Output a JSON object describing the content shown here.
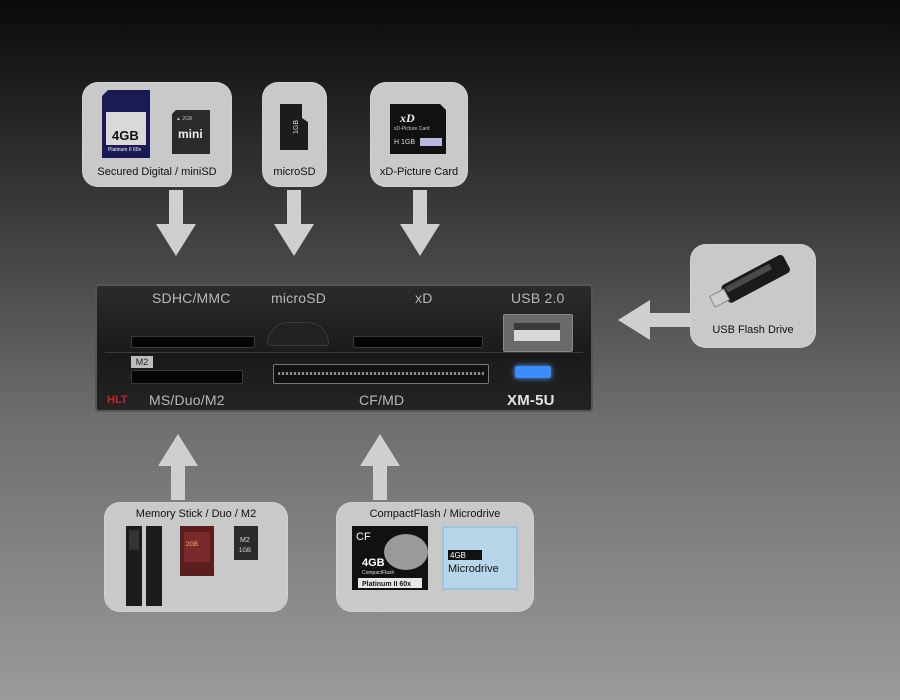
{
  "cards": {
    "sd": {
      "label": "Secured Digital / miniSD",
      "sd_capacity": "4GB",
      "sd_class": "Platinum II 60x",
      "mini_brand": "mini",
      "mini_small": "▲ 2GB"
    },
    "microsd": {
      "label": "microSD",
      "capacity": "1GB"
    },
    "xd": {
      "label": "xD-Picture Card",
      "logo": "xD",
      "subtitle": "xD-Picture Card",
      "capacity": "H 1GB"
    },
    "usb": {
      "label": "USB Flash Drive"
    },
    "ms": {
      "label": "Memory Stick / Duo / M2",
      "m2_text": "M2",
      "m2_capacity": "1GB",
      "duo_capacity": "2GB"
    },
    "cf": {
      "label": "CompactFlash / Microdrive",
      "cf_tag": "CF",
      "cf_capacity": "4GB",
      "cf_brand": "CompactFlash",
      "cf_class": "Platinum II 60x",
      "md_capacity": "4GB",
      "md_brand": "Microdrive"
    }
  },
  "panel": {
    "top_labels": {
      "sdhc": "SDHC/MMC",
      "microsd": "microSD",
      "xd": "xD",
      "usb": "USB 2.0"
    },
    "m2_tag": "M2",
    "bottom_labels": {
      "ms": "MS/Duo/M2",
      "cf": "CF/MD",
      "model": "XM-5U"
    },
    "brand": "HLT"
  },
  "colors": {
    "card_bg": "#c9c9c9",
    "arrow": "#cfcfcf",
    "led": "#3a8cff"
  }
}
